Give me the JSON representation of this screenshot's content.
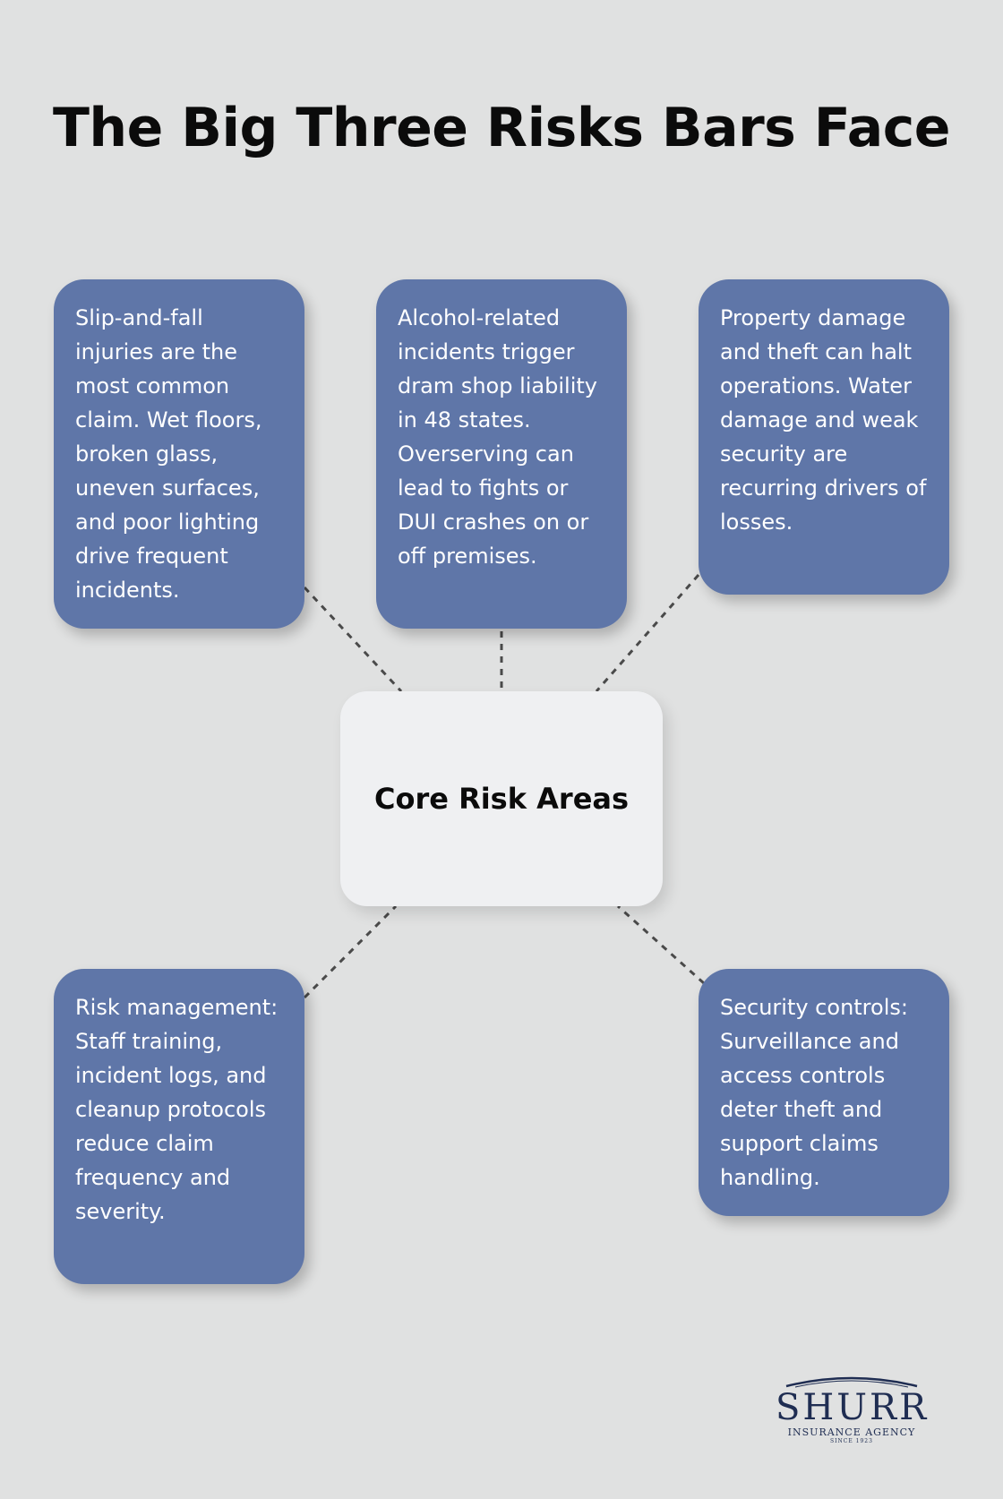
{
  "title": "The Big Three Risks Bars Face",
  "center": {
    "label": "Core Risk Areas"
  },
  "boxes": [
    {
      "text": "Slip-and-fall injuries are the most common claim. Wet floors, broken glass, uneven surfaces, and poor lighting drive frequent incidents."
    },
    {
      "text": "Alcohol-related incidents trigger dram shop liability in 48 states. Overserving can lead to fights or DUI crashes on or off premises."
    },
    {
      "text": "Property damage and theft can halt operations. Water damage and weak security are recurring drivers of losses."
    },
    {
      "text": "Risk management: Staff training, incident logs, and cleanup protocols reduce claim frequency and severity."
    },
    {
      "text": "Security controls: Surveillance and access controls deter theft and support claims handling."
    }
  ],
  "logo": {
    "name": "SHURR",
    "subtitle": "INSURANCE AGENCY",
    "since": "SINCE 1923"
  },
  "colors": {
    "background": "#e0e1e1",
    "box_fill": "#5f76a8",
    "center_fill": "#eff0f2",
    "logo_navy": "#1f2d52"
  }
}
